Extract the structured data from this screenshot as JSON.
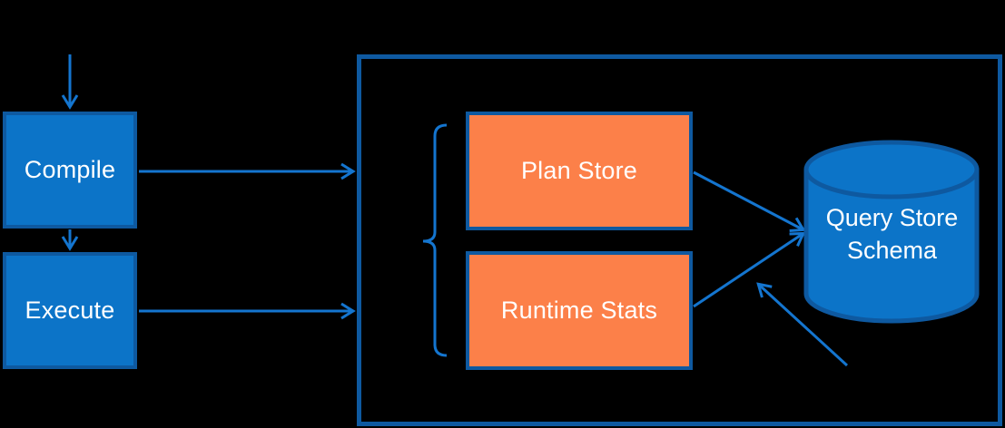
{
  "colors": {
    "background": "#000000",
    "box_blue_fill": "#0c74c8",
    "box_border_blue": "#0e59a0",
    "arrow_blue": "#1475cf",
    "orange_fill": "#fc8049",
    "label_text": "#ffffff"
  },
  "nodes": {
    "compile": {
      "label": "Compile"
    },
    "execute": {
      "label": "Execute"
    },
    "plan_store": {
      "label": "Plan Store"
    },
    "runtime_stats": {
      "label": "Runtime Stats"
    },
    "query_store_schema": {
      "line1": "Query Store",
      "line2": "Schema"
    }
  },
  "edges": [
    {
      "from": "top",
      "to": "compile",
      "style": "arrow"
    },
    {
      "from": "compile",
      "to": "execute",
      "style": "arrow"
    },
    {
      "from": "compile",
      "to": "container",
      "style": "arrow"
    },
    {
      "from": "execute",
      "to": "container",
      "style": "arrow"
    },
    {
      "from": "plan_store",
      "to": "query_store_schema",
      "style": "arrow"
    },
    {
      "from": "runtime_stats",
      "to": "query_store_schema",
      "style": "arrow"
    },
    {
      "from": "bottom_right",
      "to": "query_store_schema_area",
      "style": "arrow"
    },
    {
      "from": "brace",
      "to": "plan_store_and_runtime_stats",
      "style": "grouping-brace"
    }
  ]
}
